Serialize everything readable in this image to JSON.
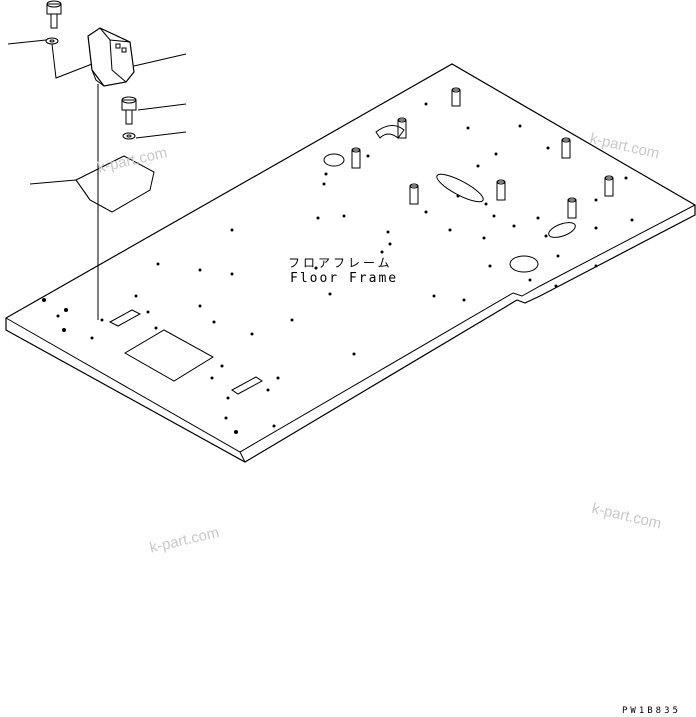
{
  "labels": {
    "part_name_jp": "フロアフレーム",
    "part_name_en": "Floor Frame"
  },
  "watermarks": [
    "k-part.com",
    "k-part.com",
    "k-part.com",
    "k-part.com"
  ],
  "figure_code": "PW1B835",
  "colors": {
    "line": "#000000",
    "watermark": "#c8c8c8",
    "background": "#ffffff"
  }
}
